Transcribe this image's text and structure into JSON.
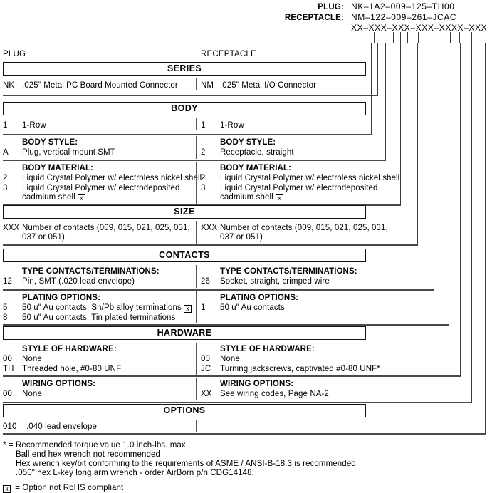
{
  "part_number_header": {
    "rows": [
      {
        "label": "PLUG:",
        "value": "NK–1A2–009–125–TH00"
      },
      {
        "label": "RECEPTACLE:",
        "value": "NM–122–009–261–JCAC"
      },
      {
        "label": "",
        "value": "XX–XXX–XXX–XXX–XXXX–XXX"
      }
    ]
  },
  "columns": {
    "left": "PLUG",
    "right": "RECEPTACLE"
  },
  "sections": [
    {
      "title": "SERIES",
      "rows": [
        {
          "left": {
            "code": "NK",
            "head": "",
            "lines": [
              ".025\" Metal PC Board Mounted Connector"
            ]
          },
          "right": {
            "code": "NM",
            "head": "",
            "lines": [
              ".025\" Metal I/O Connector"
            ]
          }
        }
      ]
    },
    {
      "title": "BODY",
      "rows": [
        {
          "left": {
            "code": "1",
            "head": "",
            "lines": [
              "1-Row"
            ]
          },
          "right": {
            "code": "1",
            "head": "",
            "lines": [
              "1-Row"
            ]
          }
        },
        {
          "left": {
            "code": "A",
            "head": "BODY STYLE:",
            "lines": [
              "Plug, vertical mount SMT"
            ]
          },
          "right": {
            "code": "2",
            "head": "BODY STYLE:",
            "lines": [
              "Receptacle, straight"
            ]
          }
        },
        {
          "left": {
            "head": "BODY MATERIAL:",
            "items": [
              {
                "code": "2",
                "text": "Liquid Crystal Polymer w/ electroless nickel shell",
                "rohs": false
              },
              {
                "code": "3",
                "text": "Liquid Crystal Polymer w/ electrodeposited",
                "text2": "cadmium shell",
                "rohs": true
              }
            ]
          },
          "right": {
            "head": "BODY MATERIAL:",
            "items": [
              {
                "code": "2",
                "text": "Liquid Crystal Polymer w/ electroless nickel shell",
                "rohs": false
              },
              {
                "code": "3",
                "text": "Liquid Crystal Polymer w/ electrodeposited",
                "text2": "cadmium shell",
                "rohs": true
              }
            ]
          }
        }
      ]
    },
    {
      "title": "SIZE",
      "rows": [
        {
          "left": {
            "code": "XXX",
            "head": "",
            "lines": [
              "Number of contacts (009, 015, 021, 025, 031,",
              "037 or 051)"
            ]
          },
          "right": {
            "code": "XXX",
            "head": "",
            "lines": [
              "Number of contacts (009, 015, 021, 025, 031,",
              "037 or 051)"
            ]
          }
        }
      ]
    },
    {
      "title": "CONTACTS",
      "rows": [
        {
          "left": {
            "code": "12",
            "head": "TYPE CONTACTS/TERMINATIONS:",
            "lines": [
              "Pin, SMT (.020 lead envelope)"
            ]
          },
          "right": {
            "code": "26",
            "head": "TYPE CONTACTS/TERMINATIONS:",
            "lines": [
              "Socket, straight, crimped wire"
            ]
          }
        },
        {
          "left": {
            "head": "PLATING OPTIONS:",
            "items": [
              {
                "code": "5",
                "text": "50 u\" Au contacts; Sn/Pb alloy terminations",
                "rohs": true
              },
              {
                "code": "8",
                "text": "50 u\" Au contacts; Tin plated terminations",
                "rohs": false
              }
            ]
          },
          "right": {
            "head": "PLATING OPTIONS:",
            "items": [
              {
                "code": "1",
                "text": "50 u\" Au contacts",
                "rohs": false
              }
            ]
          }
        }
      ]
    },
    {
      "title": "HARDWARE",
      "rows": [
        {
          "left": {
            "head": "STYLE OF HARDWARE:",
            "items": [
              {
                "code": "00",
                "text": "None",
                "rohs": false
              },
              {
                "code": "TH",
                "text": "Threaded hole, #0-80 UNF",
                "rohs": false
              }
            ]
          },
          "right": {
            "head": "STYLE OF HARDWARE:",
            "items": [
              {
                "code": "00",
                "text": "None",
                "rohs": false
              },
              {
                "code": "JC",
                "text": "Turning jackscrews, captivated #0-80 UNF*",
                "rohs": false
              }
            ]
          }
        },
        {
          "left": {
            "code": "00",
            "head": "WIRING OPTIONS:",
            "lines": [
              "None"
            ]
          },
          "right": {
            "code": "XX",
            "head": "WIRING OPTIONS:",
            "lines": [
              "See wiring codes, Page NA-2"
            ]
          }
        }
      ]
    },
    {
      "title": "OPTIONS",
      "rows": [
        {
          "left": {
            "code": "010",
            "head": "",
            "lines": [
              ".040 lead envelope"
            ]
          },
          "right": {
            "code": "",
            "head": "",
            "lines": []
          }
        }
      ]
    }
  ],
  "footnotes": {
    "asterisk": [
      "* = Recommended torque value 1.0 inch-lbs. max.",
      "Ball end hex wrench not recommended",
      "Hex wrench key/bit conforming to the requirements of ASME / ANSI-B-18.3 is recommended.",
      ".050\" hex L-key long arm wrench - order AirBorn p/n CDG14148."
    ],
    "rohs_legend": "= Option not RoHS compliant"
  }
}
